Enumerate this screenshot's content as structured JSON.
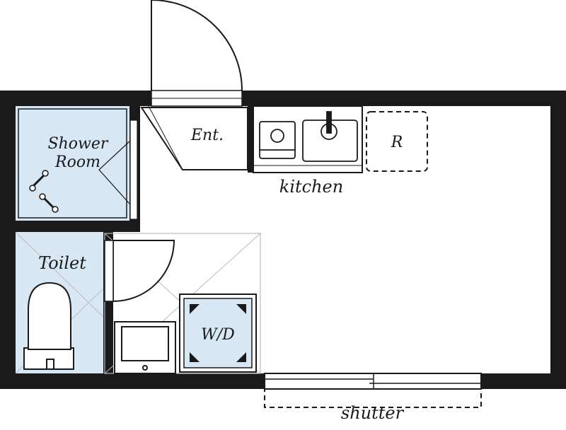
{
  "labels": {
    "shower_room_line1": "Shower",
    "shower_room_line2": "Room",
    "entrance": "Ent.",
    "kitchen": "kitchen",
    "refrigerator": "R",
    "toilet": "Toilet",
    "washer_dryer": "W/D",
    "shutter": "shutter"
  },
  "colors": {
    "wall": "#1a1a1a",
    "wet_area_fill": "#d7e8f4",
    "line": "#1a1a1a",
    "guide_line": "#bbbbbb"
  }
}
